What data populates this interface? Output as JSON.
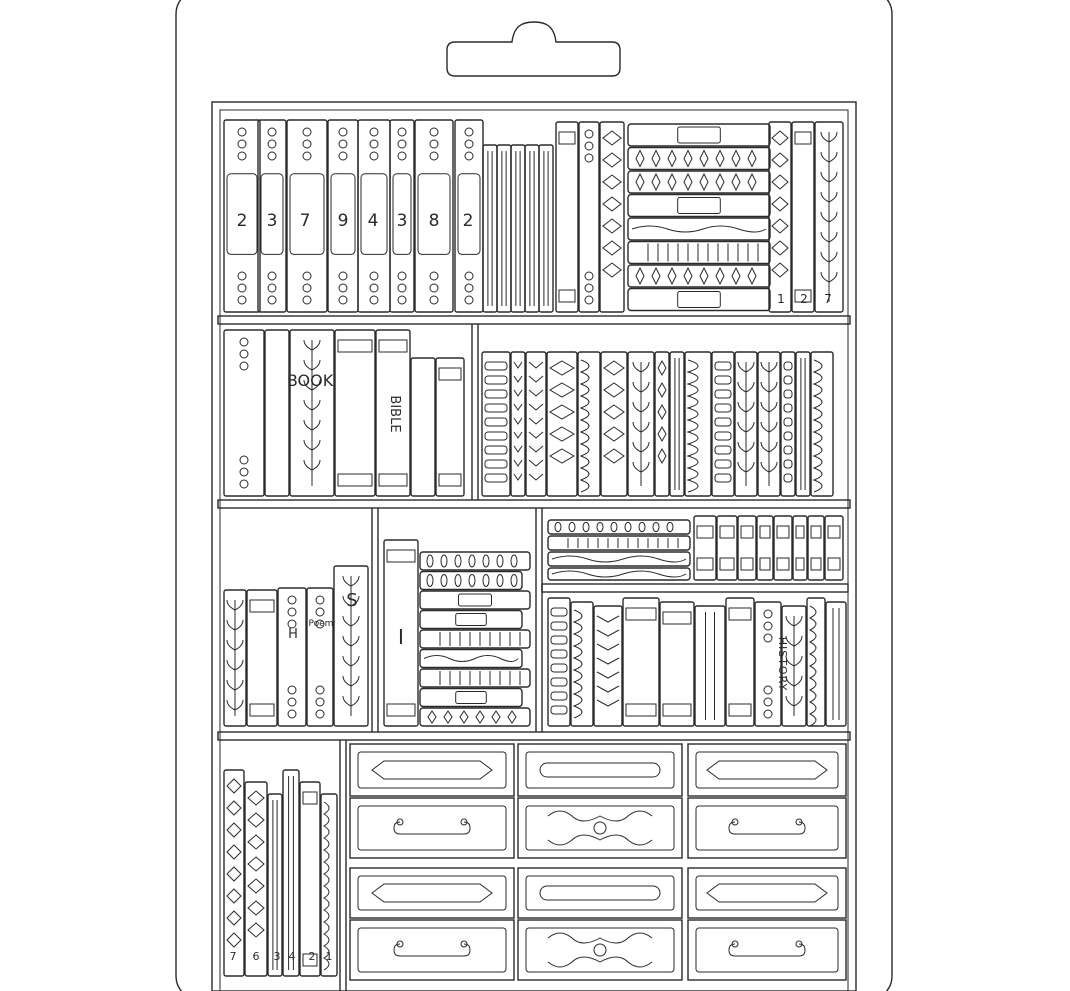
{
  "shelf1": {
    "spine_numbers": [
      "2",
      "3",
      "7",
      "9",
      "4",
      "3",
      "8",
      "2"
    ],
    "right_numbers": [
      "1",
      "2",
      "7"
    ]
  },
  "shelf2": {
    "book_label": "BOOK",
    "bible_label": "BIBLE"
  },
  "shelf3": {
    "h_label": "H",
    "poem_label": "Poem",
    "s_label": "S",
    "i_label": "I",
    "history_label": "HISTORY"
  },
  "shelf4": {
    "spine_numbers": [
      "7",
      "6",
      "3",
      "4",
      "2",
      "1"
    ]
  }
}
